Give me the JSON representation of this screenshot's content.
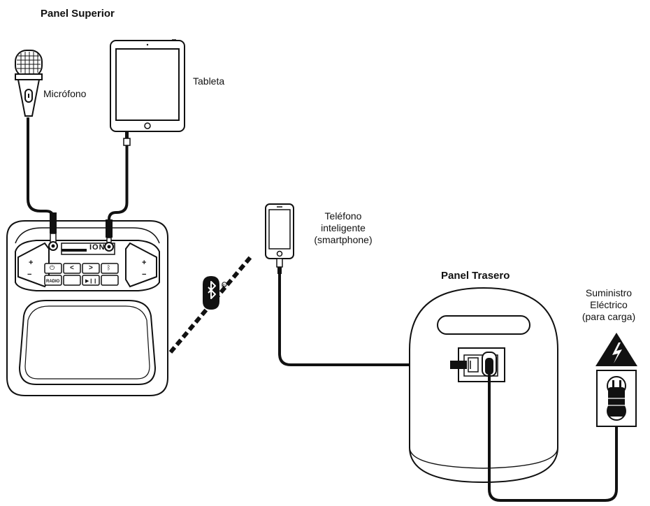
{
  "headings": {
    "top_panel": "Panel Superior",
    "rear_panel": "Panel Trasero"
  },
  "labels": {
    "microphone": "Micrófono",
    "tablet": "Tableta",
    "smartphone_line1": "Teléfono",
    "smartphone_line2": "inteligente",
    "smartphone_line3": "(smartphone)",
    "power_line1": "Suministro",
    "power_line2": "Eléctrico",
    "power_line3": "(para carga)"
  },
  "speaker_panel": {
    "brand": "ION",
    "radio_label": "RADIO",
    "plus": "+",
    "minus": "−",
    "power_symbol": "⏻",
    "prev_symbol": "<",
    "next_symbol": ">",
    "play_symbol": "▶❙❙",
    "bluetooth_symbol": "ᛒ"
  },
  "bluetooth_mark": "®"
}
